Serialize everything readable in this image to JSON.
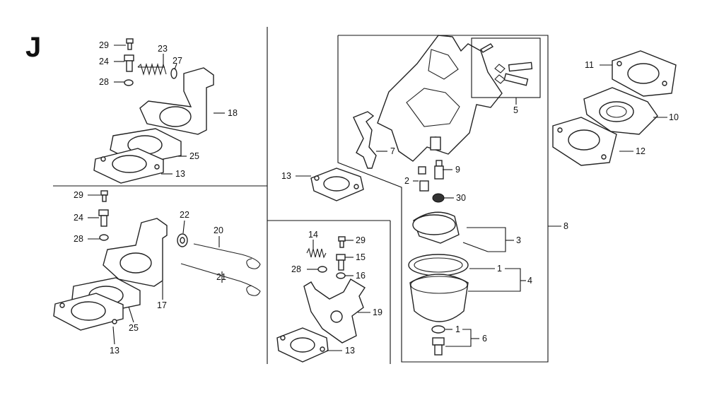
{
  "diagram": {
    "section_letter": "J",
    "callouts": [
      "29",
      "24",
      "23",
      "27",
      "28",
      "18",
      "25",
      "13",
      "29",
      "24",
      "28",
      "22",
      "20",
      "17",
      "21",
      "25",
      "13",
      "13",
      "14",
      "29",
      "15",
      "28",
      "16",
      "19",
      "13",
      "5",
      "7",
      "9",
      "2",
      "30",
      "3",
      "4",
      "1",
      "1",
      "6",
      "8",
      "11",
      "10",
      "12"
    ]
  }
}
